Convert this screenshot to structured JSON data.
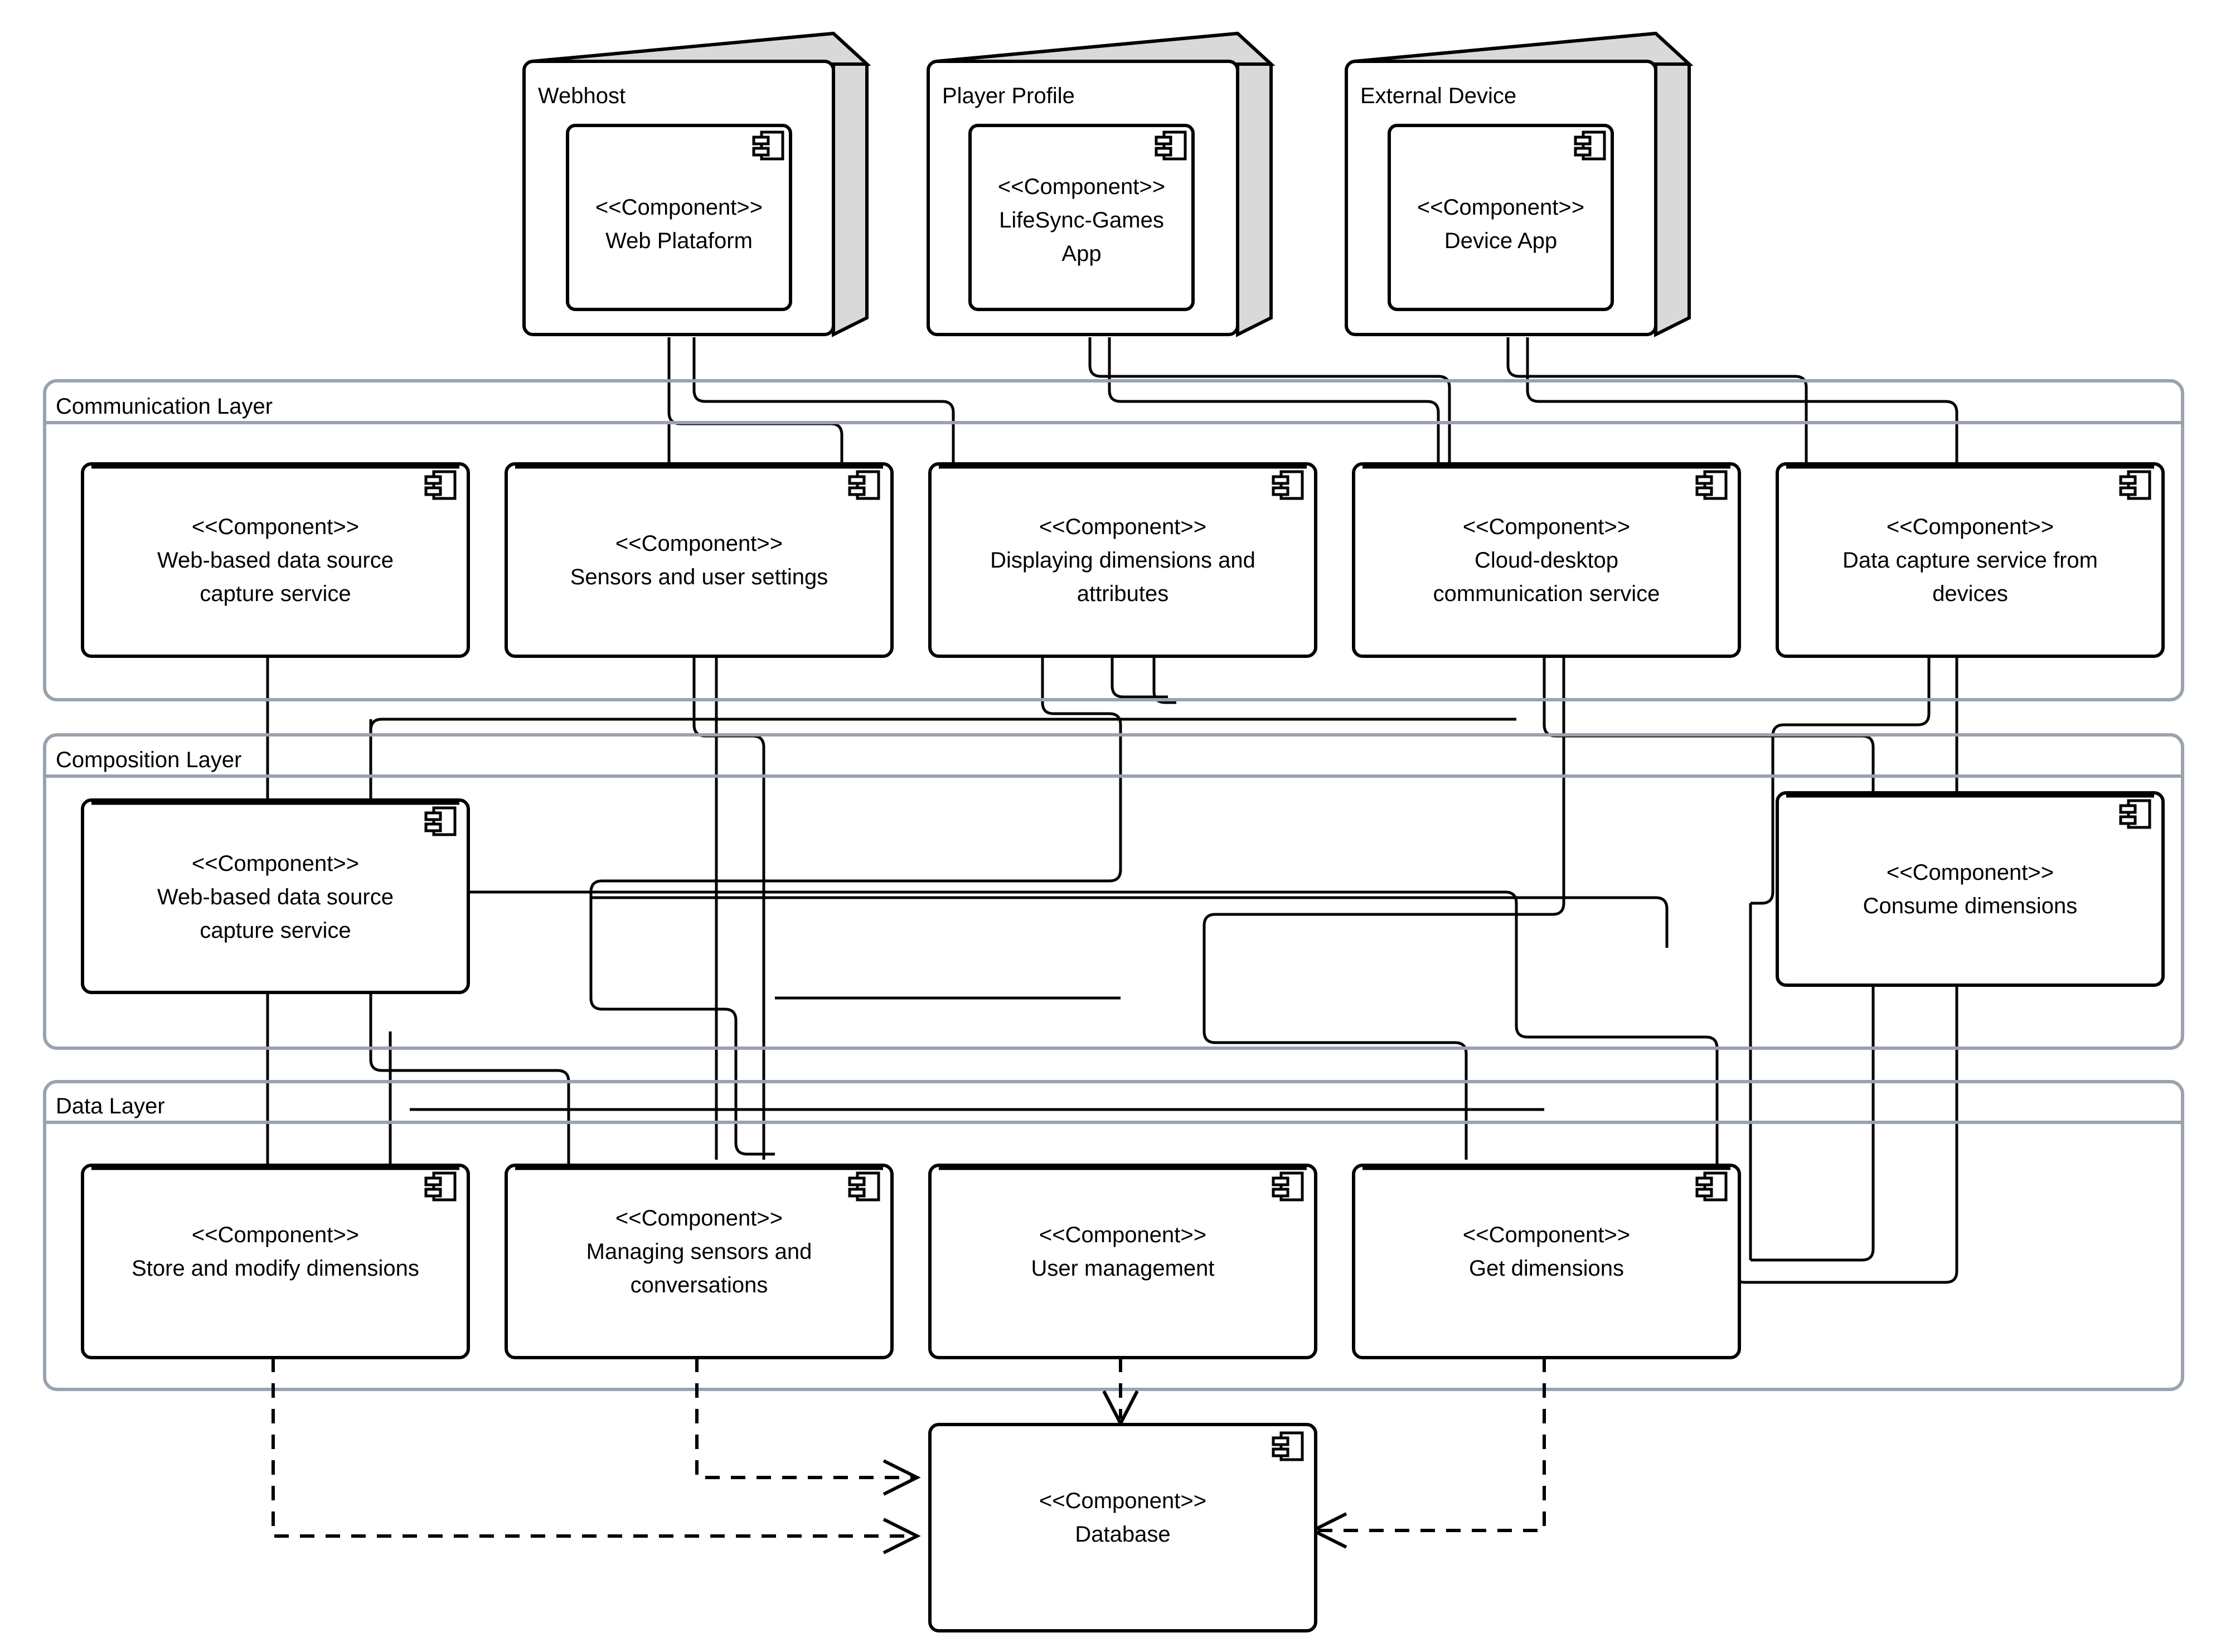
{
  "diagram": {
    "type": "uml-component-diagram",
    "title": "",
    "icon_name": "component-icon",
    "stereotype": "<<Component>>"
  },
  "nodes": [
    {
      "id": "webhost",
      "title": "Webhost",
      "component": {
        "stereotype": "<<Component>>",
        "name_lines": [
          "Web Plataform"
        ]
      }
    },
    {
      "id": "player",
      "title": "Player Profile",
      "component": {
        "stereotype": "<<Component>>",
        "name_lines": [
          "LifeSync-Games",
          "App"
        ]
      }
    },
    {
      "id": "extdev",
      "title": "External Device",
      "component": {
        "stereotype": "<<Component>>",
        "name_lines": [
          "Device App"
        ]
      }
    }
  ],
  "layers": [
    {
      "id": "communication",
      "title": "Communication Layer",
      "components": [
        {
          "stereotype": "<<Component>>",
          "name_lines": [
            "Web-based data source",
            "capture service"
          ]
        },
        {
          "stereotype": "<<Component>>",
          "name_lines": [
            "Sensors and user settings"
          ]
        },
        {
          "stereotype": "<<Component>>",
          "name_lines": [
            "Displaying dimensions and",
            "attributes"
          ]
        },
        {
          "stereotype": "<<Component>>",
          "name_lines": [
            "Cloud-desktop",
            "communication service"
          ]
        },
        {
          "stereotype": "<<Component>>",
          "name_lines": [
            "Data capture service from",
            "devices"
          ]
        }
      ]
    },
    {
      "id": "composition",
      "title": "Composition Layer",
      "components": [
        {
          "stereotype": "<<Component>>",
          "name_lines": [
            "Web-based data source",
            "capture service"
          ]
        },
        {
          "stereotype": "<<Component>>",
          "name_lines": [
            "Consume dimensions"
          ]
        }
      ]
    },
    {
      "id": "data",
      "title": "Data Layer",
      "components": [
        {
          "stereotype": "<<Component>>",
          "name_lines": [
            "Store and modify dimensions"
          ]
        },
        {
          "stereotype": "<<Component>>",
          "name_lines": [
            "Managing sensors and",
            "conversations"
          ]
        },
        {
          "stereotype": "<<Component>>",
          "name_lines": [
            "User management"
          ]
        },
        {
          "stereotype": "<<Component>>",
          "name_lines": [
            "Get dimensions"
          ]
        }
      ]
    }
  ],
  "database": {
    "stereotype": "<<Component>>",
    "name_lines": [
      "Database"
    ]
  },
  "colors": {
    "node_top_fill": "#d9d9d9",
    "layer_border": "#9aa3ad",
    "line": "#000000",
    "background": "#ffffff"
  }
}
